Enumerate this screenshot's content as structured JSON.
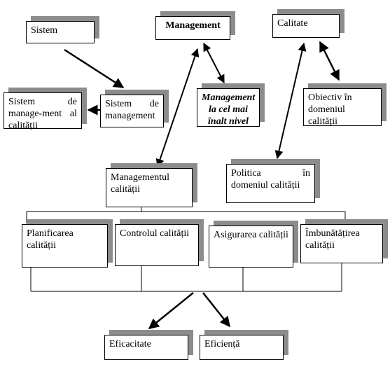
{
  "nodes": {
    "sistem": "Sistem",
    "management": "Management",
    "calitate": "Calitate",
    "sistem_management_calitate": "Sistem de manage-ment al calității",
    "sistem_management": "Sistem de management",
    "management_nivel": "Management la cel mai înalt nivel",
    "obiectiv": "Obiectiv în domeniul calității",
    "managementul_calitatii": "Managementul calității",
    "politica": "Politica în domeniul calității",
    "planificarea": "Planificarea calității",
    "controlul": "Controlul calității",
    "asigurarea": "Asigurarea calității",
    "imbunatatirea": "Îmbunătățirea calității",
    "eficacitate": "Eficacitate",
    "eficienta": "Eficiență"
  },
  "colors": {
    "shadow": "#8c8c8c",
    "line": "#000000"
  }
}
